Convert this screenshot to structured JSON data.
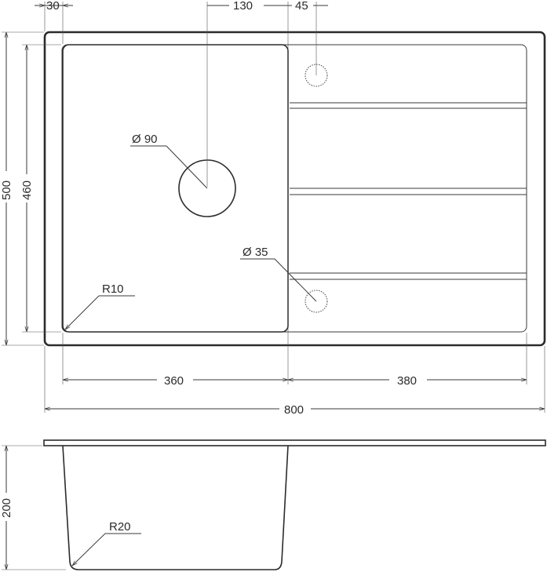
{
  "dimensions": {
    "dim_30": "30",
    "dim_130": "130",
    "dim_45": "45",
    "dim_500": "500",
    "dim_460": "460",
    "dia_90": "Ø 90",
    "dia_35": "Ø 35",
    "radius_10": "R10",
    "dim_360": "360",
    "dim_380": "380",
    "dim_800": "800",
    "dim_200": "200",
    "radius_20": "R20"
  },
  "colors": {
    "line": "#2b2b2b",
    "background": "#ffffff"
  }
}
